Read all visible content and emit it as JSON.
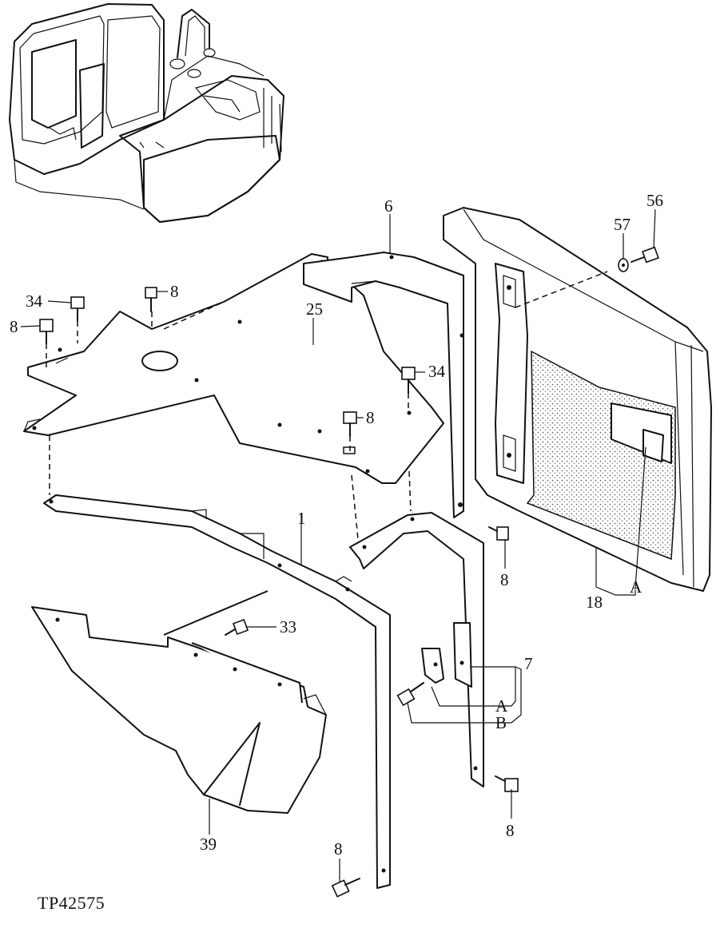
{
  "drawing_number": "TP42575",
  "callouts": {
    "p6": "6",
    "p56": "56",
    "p57": "57",
    "p34_top": "34",
    "p8_top": "8",
    "p8_left": "8",
    "p25": "25",
    "p34_mid": "34",
    "p8_mid": "8",
    "p1": "1",
    "p33": "33",
    "p8_right": "8",
    "p18": "18",
    "pA_18": "A",
    "p7": "7",
    "pA_7": "A",
    "pB_7": "B",
    "p8_lowright": "8",
    "p39": "39",
    "p8_bottom": "8"
  }
}
